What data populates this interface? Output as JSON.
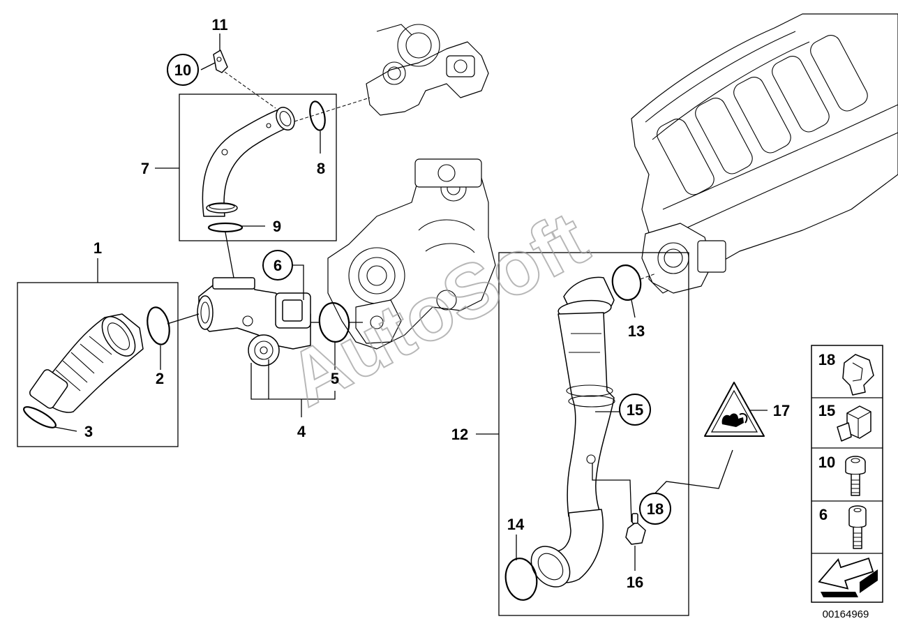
{
  "watermark": "AutoSoft",
  "diagram_number": "00164969",
  "callouts": {
    "c1": "1",
    "c2": "2",
    "c3": "3",
    "c4": "4",
    "c5": "5",
    "c6": "6",
    "c7": "7",
    "c8": "8",
    "c9": "9",
    "c10": "10",
    "c11": "11",
    "c12": "12",
    "c13": "13",
    "c14": "14",
    "c15": "15",
    "c16": "16",
    "c17": "17",
    "c18": "18"
  },
  "side_legend": [
    {
      "number": "18",
      "icon": "hose-clip-icon"
    },
    {
      "number": "15",
      "icon": "spring-clip-icon"
    },
    {
      "number": "10",
      "icon": "hex-bolt-icon"
    },
    {
      "number": "6",
      "icon": "socket-cap-screw-icon"
    }
  ],
  "direction_arrow": "arrow-forward-icon"
}
